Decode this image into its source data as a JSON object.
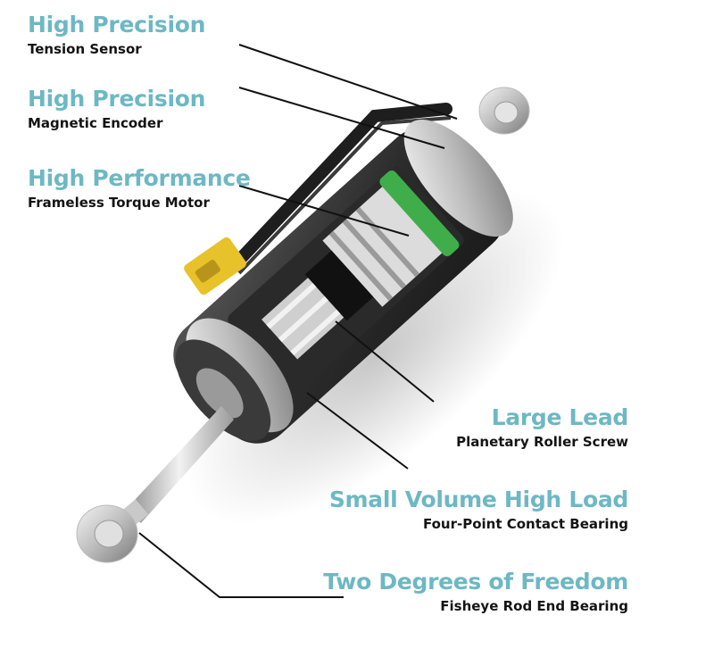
{
  "diagram": {
    "subject": "Linear actuator cutaway",
    "accent_color": "#6db8c4",
    "text_color": "#141414",
    "callouts": [
      {
        "title": "High Precision",
        "subtitle": "Tension Sensor",
        "side": "left"
      },
      {
        "title": "High Precision",
        "subtitle": "Magnetic Encoder",
        "side": "left"
      },
      {
        "title": "High Performance",
        "subtitle": "Frameless Torque Motor",
        "side": "left"
      },
      {
        "title": "Large Lead",
        "subtitle": "Planetary Roller Screw",
        "side": "right"
      },
      {
        "title": "Small Volume High Load",
        "subtitle": "Four-Point Contact Bearing",
        "side": "right"
      },
      {
        "title": "Two Degrees of Freedom",
        "subtitle": "Fisheye Rod End Bearing",
        "side": "right"
      }
    ]
  }
}
